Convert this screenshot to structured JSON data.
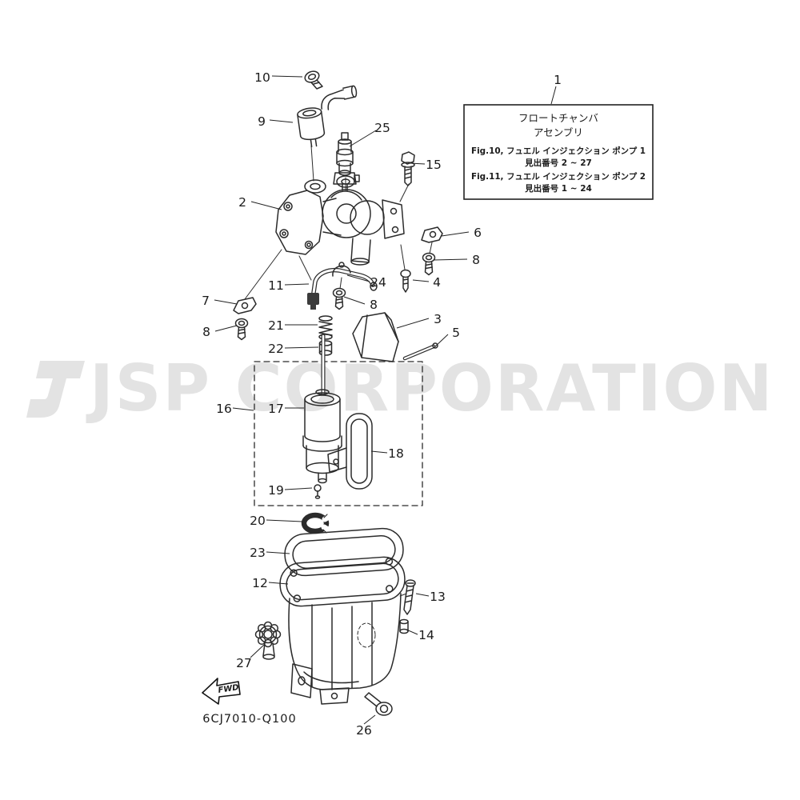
{
  "watermark": {
    "text": "JSP CORPORATION",
    "color": "#e3e3e3"
  },
  "info_box": {
    "line1": "フロートチャンバ",
    "line2": "アセンブリ",
    "line3": "Fig.10, フュエル インジェクション ポンプ 1",
    "line4": "見出番号 2 ~ 27",
    "line5": "Fig.11, フュエル インジェクション ポンプ 2",
    "line6": "見出番号 1 ~ 24"
  },
  "drawing_code": "6CJ7010-Q100",
  "fwd_arrow": {
    "label": "FWD"
  },
  "colors": {
    "line": "#2b2b2b",
    "watermark": "#e3e3e3",
    "background": "#ffffff"
  },
  "callouts": [
    {
      "label": "10"
    },
    {
      "label": "9"
    },
    {
      "label": "25"
    },
    {
      "label": "15"
    },
    {
      "label": "1"
    },
    {
      "label": "2"
    },
    {
      "label": "6"
    },
    {
      "label": "8"
    },
    {
      "label": "24"
    },
    {
      "label": "4"
    },
    {
      "label": "11"
    },
    {
      "label": "7"
    },
    {
      "label": "8"
    },
    {
      "label": "8"
    },
    {
      "label": "21"
    },
    {
      "label": "3"
    },
    {
      "label": "5"
    },
    {
      "label": "22"
    },
    {
      "label": "16"
    },
    {
      "label": "17"
    },
    {
      "label": "18"
    },
    {
      "label": "19"
    },
    {
      "label": "20"
    },
    {
      "label": "23"
    },
    {
      "label": "12"
    },
    {
      "label": "13"
    },
    {
      "label": "14"
    },
    {
      "label": "27"
    },
    {
      "label": "26"
    }
  ]
}
